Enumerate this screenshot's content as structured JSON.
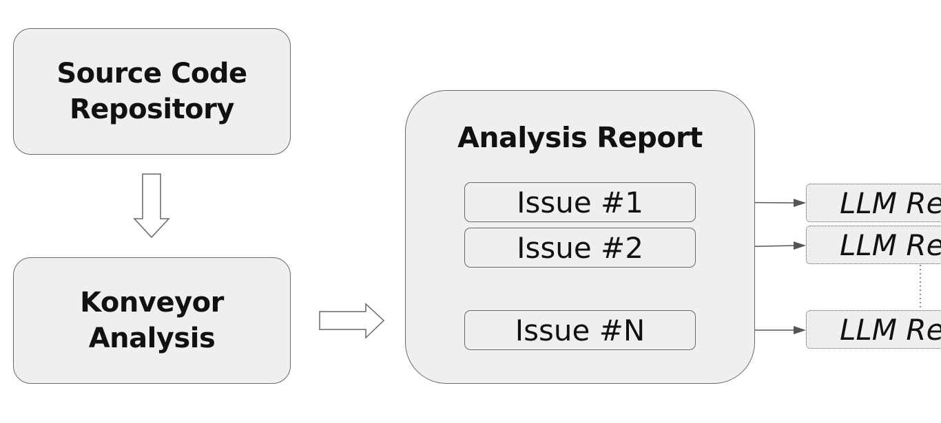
{
  "source": {
    "line1": "Source Code",
    "line2": "Repository"
  },
  "konveyor": {
    "line1": "Konveyor",
    "line2": "Analysis"
  },
  "report": {
    "title": "Analysis Report",
    "issues": [
      "Issue #1",
      "Issue #2",
      "Issue #N"
    ]
  },
  "llm_requests": [
    "LLM Req",
    "LLM Req",
    "LLM Req"
  ]
}
